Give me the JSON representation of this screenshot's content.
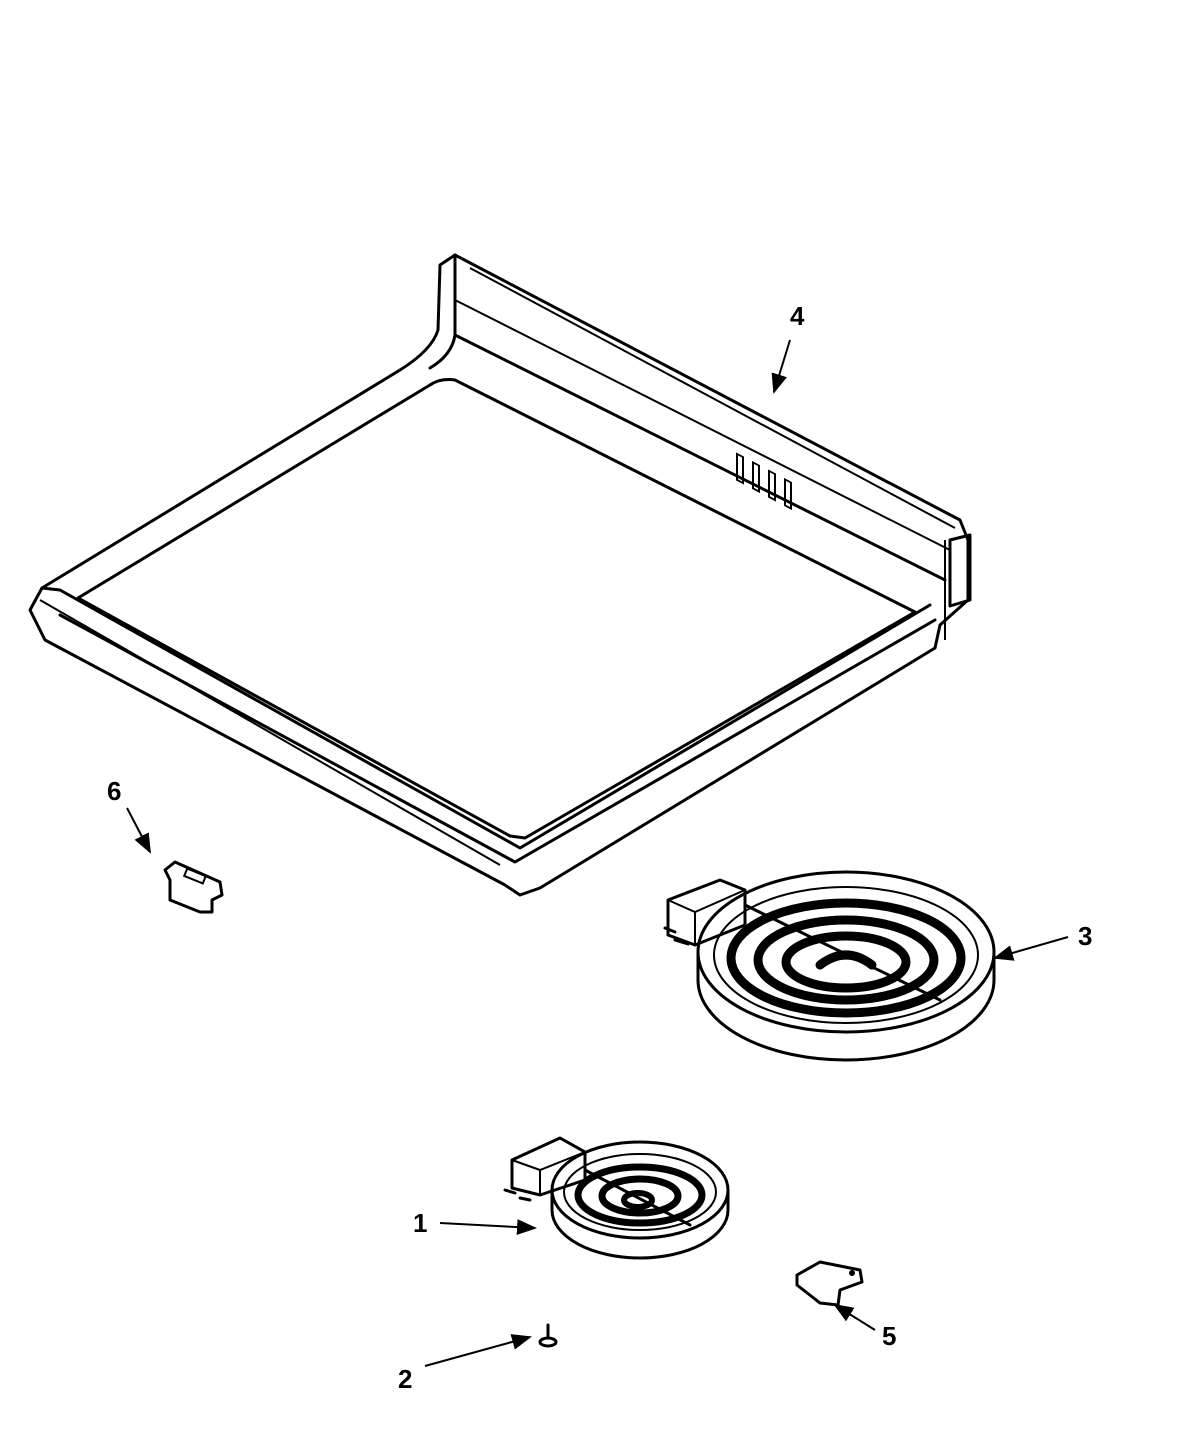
{
  "diagram": {
    "callouts": [
      {
        "number": "1",
        "part": "small-surface-element"
      },
      {
        "number": "2",
        "part": "screw"
      },
      {
        "number": "3",
        "part": "large-surface-element"
      },
      {
        "number": "4",
        "part": "cooktop"
      },
      {
        "number": "5",
        "part": "bracket"
      },
      {
        "number": "6",
        "part": "clip"
      }
    ],
    "line_color": "#000000",
    "background": "#ffffff"
  }
}
